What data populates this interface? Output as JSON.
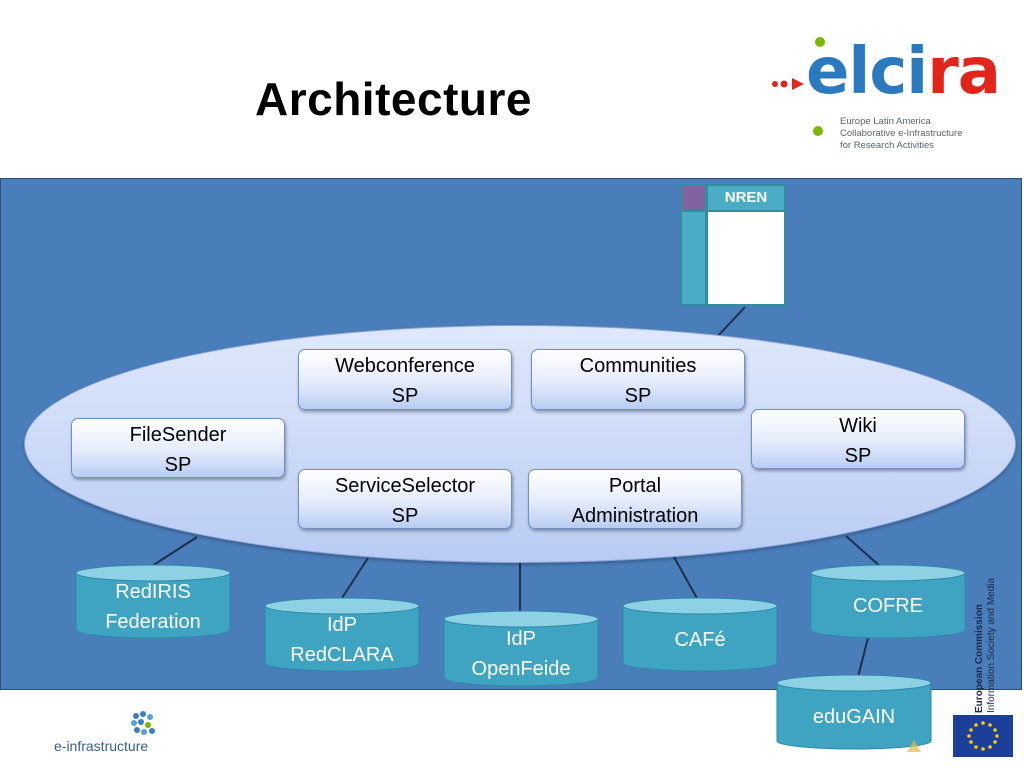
{
  "slide": {
    "title": "Architecture"
  },
  "logo": {
    "word_part1": "e",
    "word_part2": "lc",
    "word_part3": "i",
    "word_part4": "ra",
    "tagline": [
      "Europe Latin America",
      "Collaborative e-Infrastructure",
      "for Research Activities"
    ],
    "colors": {
      "blue": "#2b7ac0",
      "red": "#e1251b",
      "green": "#7ab800"
    }
  },
  "nren": {
    "label": "NREN"
  },
  "service_providers": [
    {
      "id": "webconference",
      "line1": "Webconference",
      "line2": "SP"
    },
    {
      "id": "communities",
      "line1": "Communities",
      "line2": "SP"
    },
    {
      "id": "filesender",
      "line1": "FileSender",
      "line2": "SP"
    },
    {
      "id": "wiki",
      "line1": "Wiki",
      "line2": "SP"
    },
    {
      "id": "serviceselector",
      "line1": "ServiceSelector",
      "line2": "SP"
    },
    {
      "id": "portal",
      "line1": "Portal",
      "line2": "Administration"
    }
  ],
  "federations": [
    {
      "id": "rediris",
      "line1": "RedIRIS",
      "line2": "Federation"
    },
    {
      "id": "idp-redclara",
      "line1": "IdP",
      "line2": "RedCLARA"
    },
    {
      "id": "idp-openfeide",
      "line1": "IdP",
      "line2": "OpenFeide"
    },
    {
      "id": "cafe",
      "line1": "CAFé",
      "line2": ""
    },
    {
      "id": "cofre",
      "line1": "COFRE",
      "line2": ""
    },
    {
      "id": "edugain",
      "line1": "eduGAIN",
      "line2": ""
    }
  ],
  "footer": {
    "einfra_label": "e-infrastructure",
    "ec_text_line1": "European Commission",
    "ec_text_line2": "Information Society and Media"
  },
  "colors": {
    "panel": "#4a7ebb",
    "cylinder": "#3fa6c3",
    "nren_teal": "#4bacc6",
    "nren_purple": "#8064a2"
  }
}
